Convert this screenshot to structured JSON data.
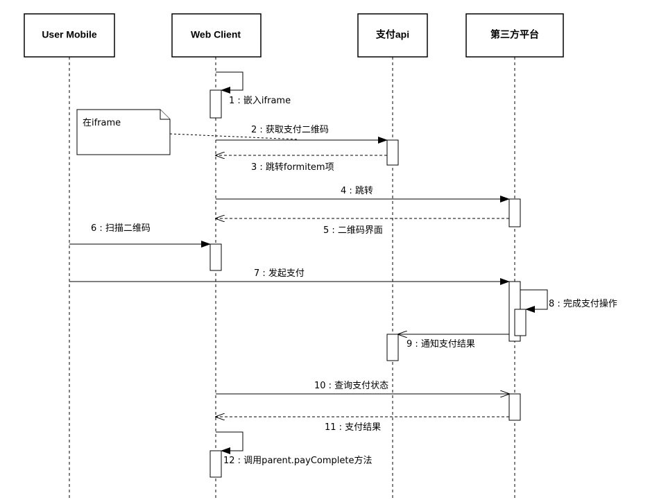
{
  "participants": [
    {
      "id": "user",
      "label": "User Mobile"
    },
    {
      "id": "web",
      "label": "Web Client"
    },
    {
      "id": "api",
      "label": "支付api"
    },
    {
      "id": "third",
      "label": "第三方平台"
    }
  ],
  "note": {
    "text": "在iframe"
  },
  "messages": [
    {
      "label": "1 : 嵌入iframe"
    },
    {
      "label": "2 : 获取支付二维码"
    },
    {
      "label": "3 : 跳转formitem项"
    },
    {
      "label": "4 : 跳转"
    },
    {
      "label": "5 : 二维码界面"
    },
    {
      "label": "6 : 扫描二维码"
    },
    {
      "label": "7 : 发起支付"
    },
    {
      "label": "8 : 完成支付操作"
    },
    {
      "label": "9 : 通知支付结果"
    },
    {
      "label": "10 : 查询支付状态"
    },
    {
      "label": "11 : 支付结果"
    },
    {
      "label": "12 : 调用parent.payComplete方法"
    }
  ]
}
